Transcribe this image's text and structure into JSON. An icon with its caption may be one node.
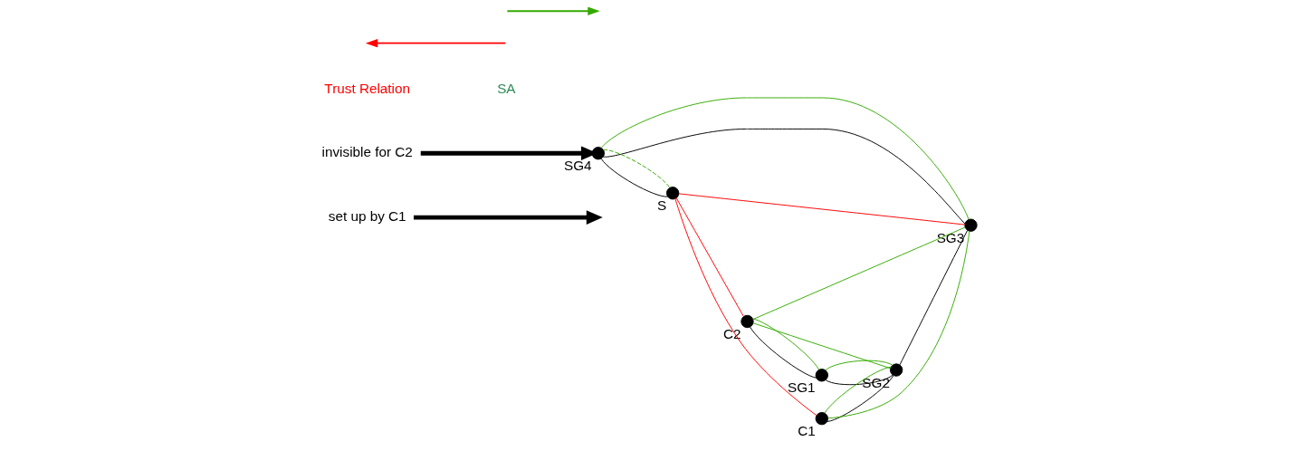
{
  "diagram": {
    "nodes": [
      {
        "text": [
          "set up by C1"
        ]
      },
      {
        "text": [
          "invisible for C2"
        ]
      },
      {
        "text": [],
        "shape": "circle",
        "beside": [
          "C2"
        ]
      },
      {
        "text": [],
        "shape": "circle",
        "beside": [
          "SG1"
        ]
      },
      {
        "text": [],
        "shape": "circle",
        "beside": [
          "C1"
        ]
      },
      {
        "text": [],
        "shape": "circle",
        "beside": [
          "SG2"
        ]
      },
      {
        "text": [],
        "shape": "circle",
        "beside": [
          "SG3"
        ]
      },
      {
        "text": [],
        "shape": "circle",
        "beside": [
          "SG4"
        ]
      },
      {
        "text": [],
        "shape": "circle",
        "beside": [
          "S"
        ]
      }
    ],
    "edges": [
      {
        "from": 2,
        "to": 3,
        "arrow": "none"
      },
      {
        "from": 3,
        "to": 5,
        "arrow": "none"
      },
      {
        "from": 4,
        "to": 5,
        "arrow": "none"
      },
      {
        "from": 5,
        "to": 6,
        "arrow": "none"
      },
      {
        "from": 6,
        "to": 7,
        "arrow": "none"
      },
      {
        "from": 7,
        "to": 8,
        "arrow": "none"
      },
      {
        "from": 8,
        "to": 2,
        "arrow": "none",
        "color": "#ff0000"
      },
      {
        "from": 8,
        "to": 4,
        "arrow": "none",
        "color": "#ff0000"
      },
      {
        "from": 8,
        "to": 6,
        "arrow": "none",
        "color": "#ff0000"
      },
      {
        "from": 2,
        "to": 3,
        "arrow": "none",
        "color": "#33aa00"
      },
      {
        "from": 2,
        "to": 5,
        "arrow": "none",
        "color": "#33aa00"
      },
      {
        "from": 2,
        "to": 6,
        "arrow": "none",
        "color": "#33aa00"
      },
      {
        "from": 3,
        "to": 5,
        "arrow": "none",
        "color": "#33aa00"
      },
      {
        "from": 4,
        "to": 5,
        "arrow": "none",
        "color": "#33aa00"
      },
      {
        "from": 4,
        "to": 6,
        "arrow": "none",
        "color": "#33aa00"
      },
      {
        "from": 6,
        "to": 7,
        "arrow": "none",
        "color": "#33aa00"
      },
      {
        "from": 7,
        "to": 8,
        "arrow": "none",
        "color": "#33aa00",
        "style": "dashed"
      },
      {
        "from": 0,
        "to": null,
        "arrow": "to",
        "style": "thick"
      },
      {
        "from": 1,
        "to": 7,
        "arrow": "to",
        "style": "thick"
      }
    ],
    "legend": [
      {
        "text": "Trust Relation"
      },
      {
        "text": "SA"
      }
    ]
  }
}
